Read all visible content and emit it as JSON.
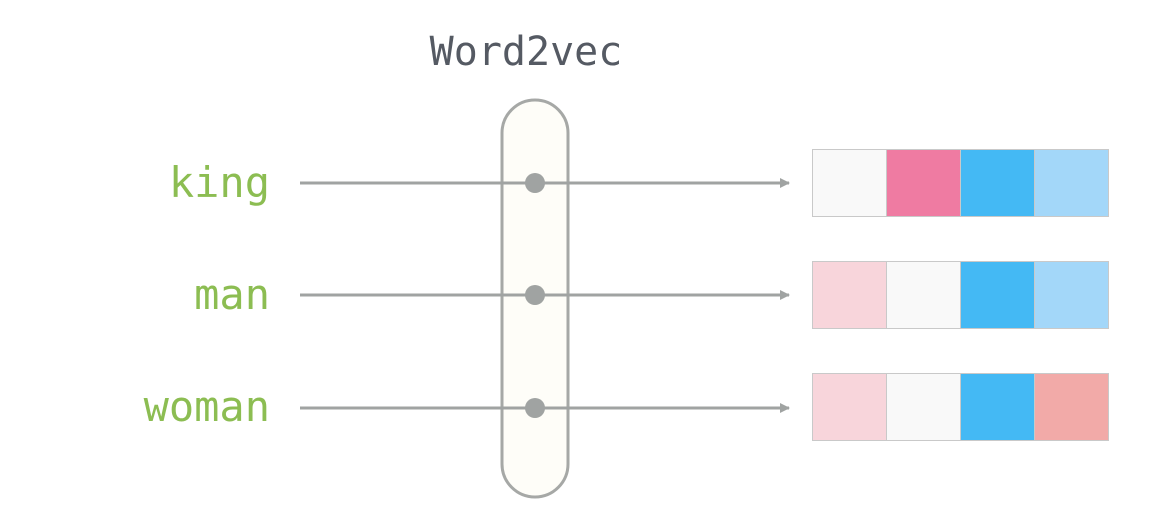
{
  "title": "Word2vec",
  "words": [
    {
      "label": "king",
      "vector_colors": [
        "#f9f9f9",
        "#ef7ba2",
        "#44b9f4",
        "#a3d7f9"
      ]
    },
    {
      "label": "man",
      "vector_colors": [
        "#f8d5db",
        "#f9f9f9",
        "#44b9f4",
        "#a3d7f9"
      ]
    },
    {
      "label": "woman",
      "vector_colors": [
        "#f8d5db",
        "#f9f9f9",
        "#44b9f4",
        "#f2aaa8"
      ]
    }
  ],
  "colors": {
    "word_label": "#8cbd52",
    "title": "#555a63",
    "lines": "#a0a3a2",
    "model_fill": "#fefdf8",
    "model_border": "#a6a8a6"
  }
}
